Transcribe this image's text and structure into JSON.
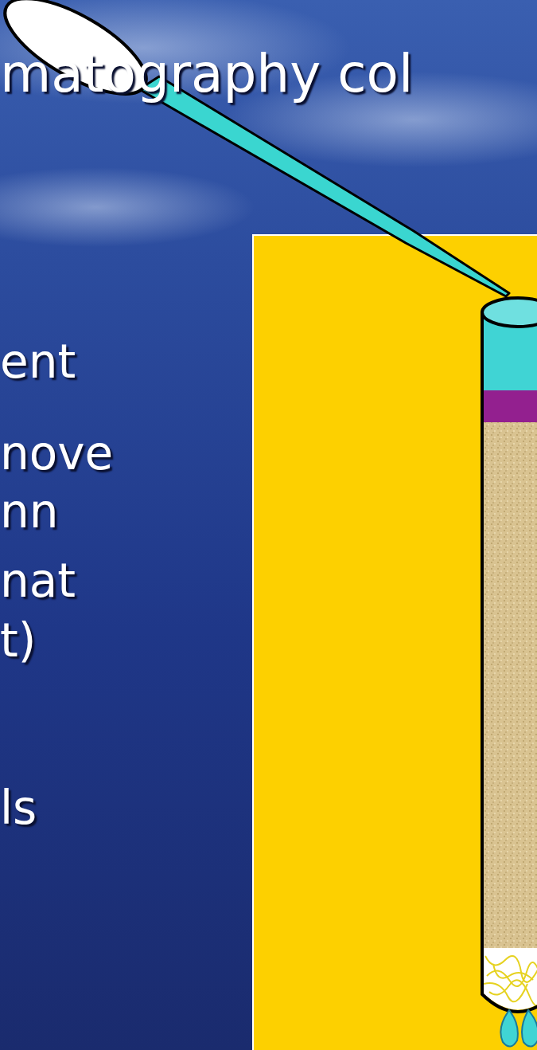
{
  "diagram": {
    "title": "matography col",
    "labels": [
      "ent",
      "nove",
      "nn",
      "nat",
      "t)",
      "ls"
    ]
  }
}
